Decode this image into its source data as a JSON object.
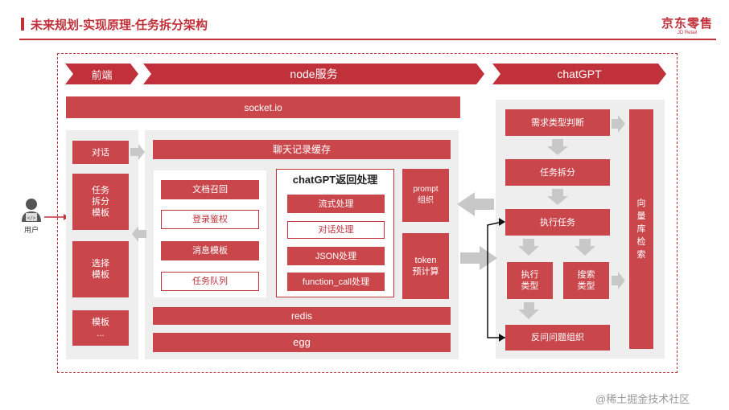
{
  "header": {
    "title": "未来规划-实现原理-任务拆分架构",
    "brand": "京东零售",
    "brand_sub": "JD Retail"
  },
  "banners": {
    "frontend": "前端",
    "node": "node服务",
    "chatgpt": "chatGPT"
  },
  "user": {
    "label": "用户"
  },
  "frontend": {
    "items": [
      "对话",
      "任务\n拆分\n模板",
      "选择\n模板",
      "模板\n..."
    ]
  },
  "node": {
    "socket": "socket.io",
    "chat_cache": "聊天记录缓存",
    "left_list": [
      "文档召回",
      "登录鉴权",
      "消息模板",
      "任务队列"
    ],
    "handler_title": "chatGPT返回处理",
    "handler_items": [
      "流式处理",
      "对话处理",
      "JSON处理",
      "function_call处理"
    ],
    "prompt": "prompt\n组织",
    "token": "token\n预计算",
    "redis": "redis",
    "egg": "egg"
  },
  "gpt": {
    "flow": [
      "需求类型判断",
      "任务拆分",
      "执行任务",
      "执行\n类型",
      "搜索\n类型",
      "反问问题组织"
    ],
    "vector": "向\n量\n库\n检\n索"
  },
  "watermark": "@稀土掘金技术社区",
  "colors": {
    "accent": "#c0313a",
    "box": "#c9474b",
    "panel": "#eeeeee",
    "arrow": "#c8c8c8"
  }
}
